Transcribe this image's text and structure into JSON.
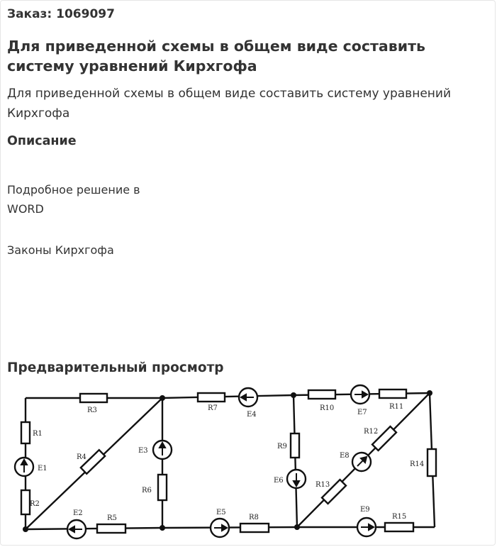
{
  "order": {
    "label": "Заказ: 1069097"
  },
  "title": "Для приведенной схемы в общем виде составить систему уравнений Кирхгофа",
  "subtitle": "Для приведенной схемы в общем виде составить систему уравнений Кирхгофа",
  "description": {
    "heading": "Описание",
    "line1": "Подробное решение в",
    "line2": "WORD",
    "line3": "Законы Кирхгофа"
  },
  "preview": {
    "heading": "Предварительный просмотр"
  },
  "circuit": {
    "labels": {
      "R1": "R1",
      "R2": "R2",
      "R3": "R3",
      "R4": "R4",
      "R5": "R5",
      "R6": "R6",
      "R7": "R7",
      "R8": "R8",
      "R9": "R9",
      "R10": "R10",
      "R11": "R11",
      "R12": "R12",
      "R13": "R13",
      "R14": "R14",
      "R15": "R15",
      "E1": "E1",
      "E2": "E2",
      "E3": "E3",
      "E4": "E4",
      "E5": "E5",
      "E6": "E6",
      "E7": "E7",
      "E8": "E8",
      "E9": "E9"
    }
  }
}
